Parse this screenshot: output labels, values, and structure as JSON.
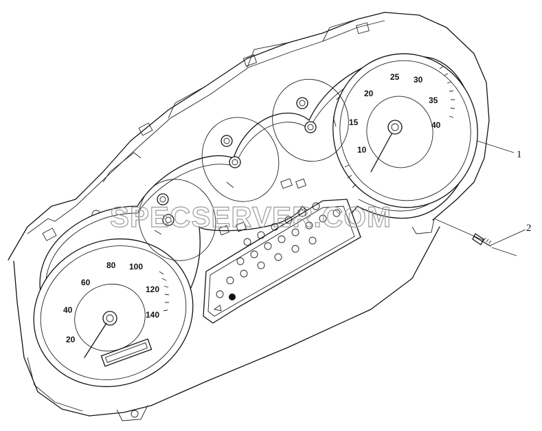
{
  "watermark": "SPECSERVER.COM",
  "callouts": [
    {
      "label": "1",
      "target": "instrument-cluster"
    },
    {
      "label": "2",
      "target": "mounting-screw"
    }
  ],
  "speedometer_scale": [
    "20",
    "40",
    "60",
    "80",
    "100",
    "120",
    "140"
  ],
  "tachometer_scale": [
    "10",
    "15",
    "20",
    "25",
    "30",
    "35",
    "40"
  ]
}
